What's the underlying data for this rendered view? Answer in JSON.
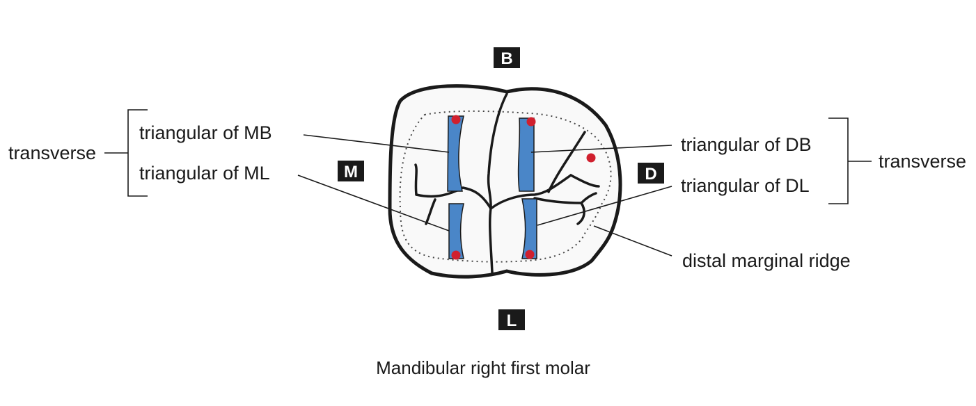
{
  "diagram": {
    "orientation": {
      "buccal": "B",
      "lingual": "L",
      "mesial": "M",
      "distal": "D"
    },
    "labels": {
      "left_group": "transverse",
      "right_group": "transverse",
      "mb": "triangular of MB",
      "ml": "triangular of ML",
      "db": "triangular of DB",
      "dl": "triangular of DL",
      "dmr": "distal marginal ridge"
    },
    "caption": "Mandibular right first molar",
    "colors": {
      "ridge": "#4a86c8",
      "dot": "#d0202e",
      "outline": "#1a1a1a",
      "badge": "#1a1a1a"
    }
  }
}
